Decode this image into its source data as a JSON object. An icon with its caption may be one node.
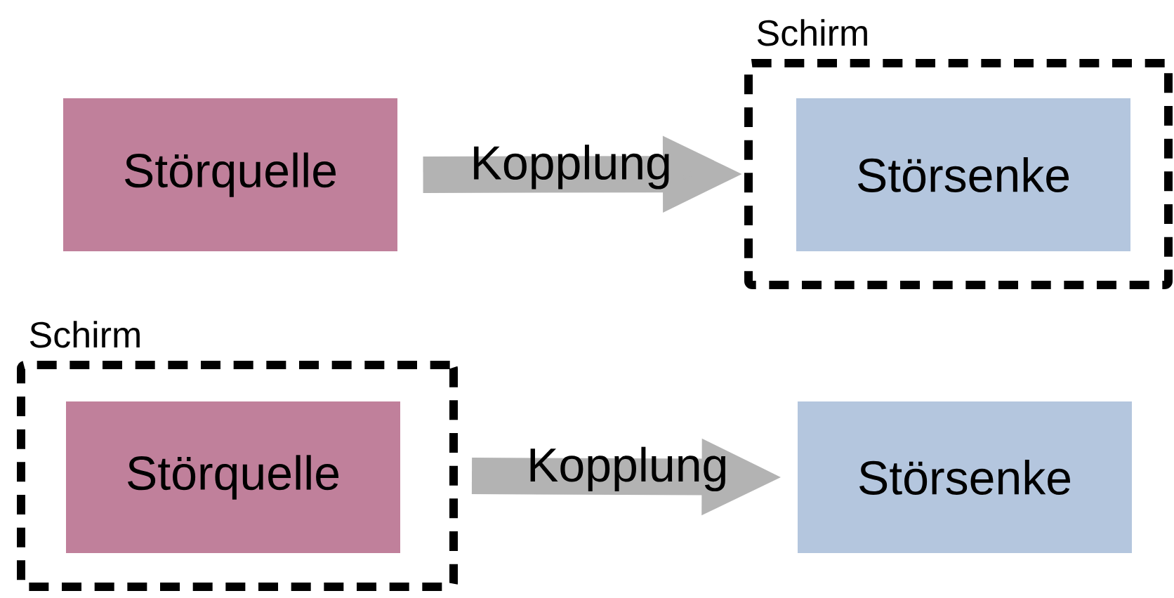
{
  "diagram": {
    "nodes": [
      {
        "text": [
          "Schirm"
        ]
      },
      {
        "text": [
          "Störquelle"
        ]
      },
      {
        "text": [
          "Störsenke"
        ],
        "in": 0
      },
      {
        "text": [
          "Schirm"
        ]
      },
      {
        "text": [
          "Störquelle"
        ],
        "in": 3
      },
      {
        "text": [
          "Störsenke"
        ]
      }
    ],
    "edges": [
      {
        "from": 1,
        "to": 0,
        "arrow": "to",
        "label": "Kopplung"
      },
      {
        "from": 3,
        "to": 5,
        "arrow": "to",
        "label": "Kopplung"
      }
    ]
  }
}
